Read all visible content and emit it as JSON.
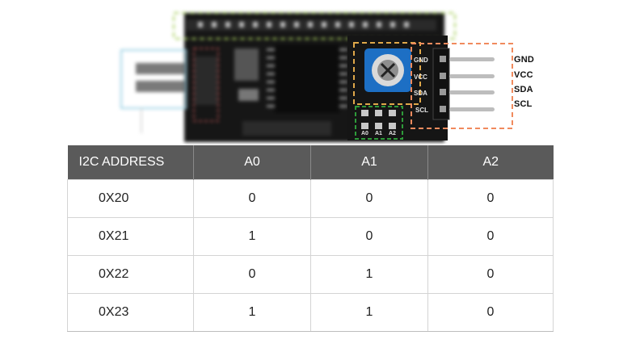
{
  "board": {
    "header_pins": [
      "GND",
      "VCC",
      "SDA",
      "SCL"
    ],
    "silk_pins": [
      "GND",
      "VCC",
      "SDA",
      "SCL"
    ],
    "jumper_labels": [
      "A0",
      "A1",
      "A2"
    ],
    "colors": {
      "board": "#151515",
      "potentiometer": "#1d6fc4",
      "orange_box": "#f08a5d",
      "green_box": "#2e9b3a",
      "yellow_box": "#e0a84a",
      "lime_box": "#a8cf5e",
      "cyan_box": "#9fd3e6"
    }
  },
  "table": {
    "headers": [
      "I2C ADDRESS",
      "A0",
      "A1",
      "A2"
    ],
    "rows": [
      [
        "0X20",
        "0",
        "0",
        "0"
      ],
      [
        "0X21",
        "1",
        "0",
        "0"
      ],
      [
        "0X22",
        "0",
        "1",
        "0"
      ],
      [
        "0X23",
        "1",
        "1",
        "0"
      ]
    ]
  }
}
